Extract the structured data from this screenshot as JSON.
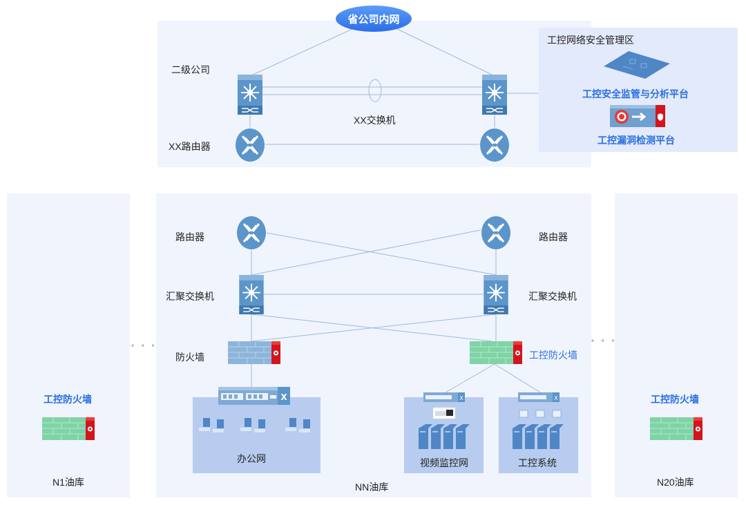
{
  "top": {
    "cloud_label": "省公司内网",
    "zone_label": "二级公司",
    "switch_label": "XX交换机",
    "router_label": "XX路由器"
  },
  "mgmt_zone": {
    "title": "工控网络安全管理区",
    "platform1": "工控安全监管与分析平台",
    "platform2": "工控漏洞检测平台"
  },
  "nn_depot": {
    "name": "NN油库",
    "router_label_left": "路由器",
    "router_label_right": "路由器",
    "switch_label_left": "汇聚交换机",
    "switch_label_right": "汇聚交换机",
    "firewall_label": "防火墙",
    "ics_firewall_label": "工控防火墙",
    "office_net": "办公网",
    "video_net": "视频监控网",
    "ics_system": "工控系统"
  },
  "n1_depot": {
    "name": "N1油库",
    "firewall_label": "工控防火墙"
  },
  "n20_depot": {
    "name": "N20油库",
    "firewall_label": "工控防火墙"
  },
  "ellipsis": "° ° °",
  "colors": {
    "accent_blue": "#2b6fe0",
    "device_blue": "#5b95c9",
    "firewall_green": "#7fd3a5",
    "firewall_red": "#d4141c"
  }
}
